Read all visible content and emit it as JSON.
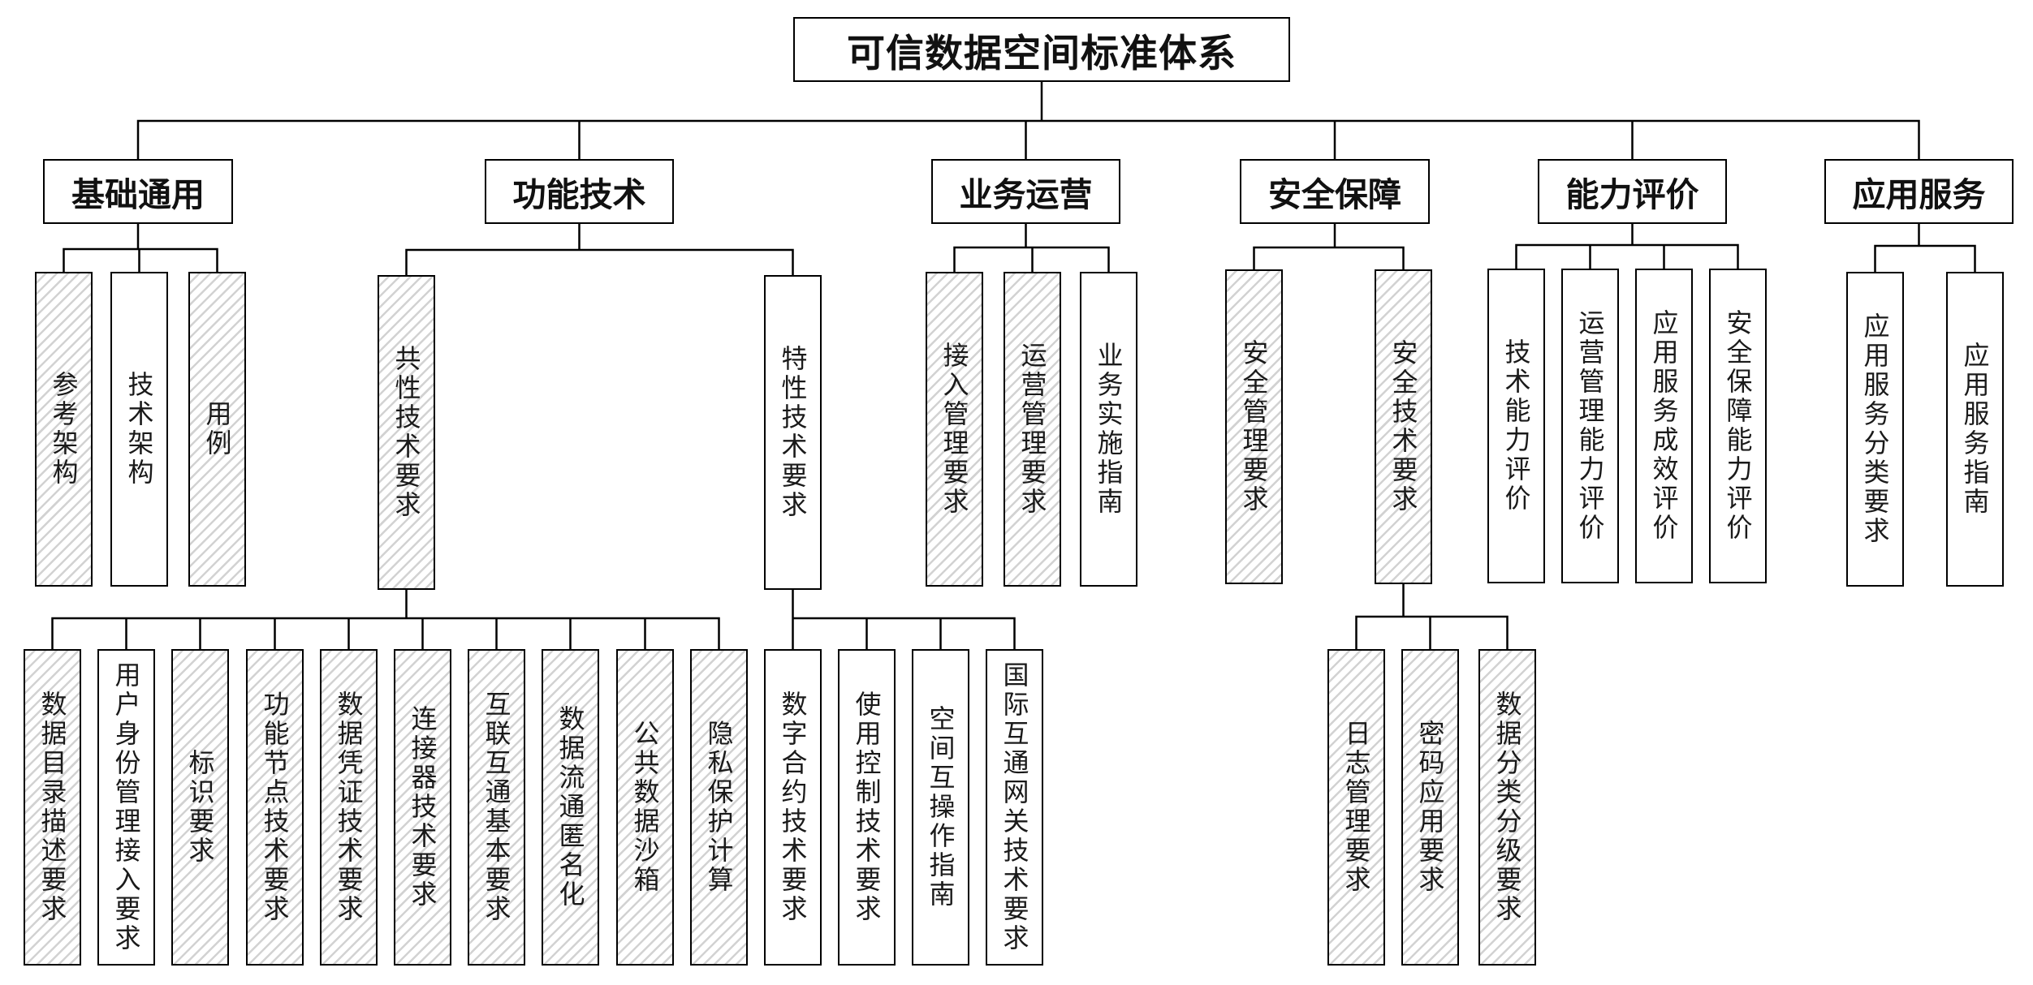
{
  "title": "可信数据空间标准体系",
  "styles": {
    "line_color": "#000000",
    "hatch_color": "#d2d2d2",
    "box_fill": "#ffffff"
  },
  "categories": [
    {
      "label": "基础通用",
      "children": [
        {
          "label": "参考架构",
          "hatched": true
        },
        {
          "label": "技术架构",
          "hatched": false
        },
        {
          "label": "用例",
          "hatched": true
        }
      ]
    },
    {
      "label": "功能技术",
      "children": [
        {
          "label": "共性技术要求",
          "hatched": true,
          "children": [
            {
              "label": "数据目录描述要求",
              "hatched": true
            },
            {
              "label": "用户身份管理接入要求",
              "hatched": false
            },
            {
              "label": "标识要求",
              "hatched": true
            },
            {
              "label": "功能节点技术要求",
              "hatched": true
            },
            {
              "label": "数据凭证技术要求",
              "hatched": true
            },
            {
              "label": "连接器技术要求",
              "hatched": true
            },
            {
              "label": "互联互通基本要求",
              "hatched": true
            },
            {
              "label": "数据流通匿名化",
              "hatched": true
            },
            {
              "label": "公共数据沙箱",
              "hatched": true
            },
            {
              "label": "隐私保护计算",
              "hatched": true
            }
          ]
        },
        {
          "label": "特性技术要求",
          "hatched": false,
          "children": [
            {
              "label": "数字合约技术要求",
              "hatched": false
            },
            {
              "label": "使用控制技术要求",
              "hatched": false
            },
            {
              "label": "空间互操作指南",
              "hatched": false
            },
            {
              "label": "国际互通网关技术要求",
              "hatched": false
            }
          ]
        }
      ]
    },
    {
      "label": "业务运营",
      "children": [
        {
          "label": "接入管理要求",
          "hatched": true
        },
        {
          "label": "运营管理要求",
          "hatched": true
        },
        {
          "label": "业务实施指南",
          "hatched": false
        }
      ]
    },
    {
      "label": "安全保障",
      "children": [
        {
          "label": "安全管理要求",
          "hatched": true
        },
        {
          "label": "安全技术要求",
          "hatched": true,
          "children": [
            {
              "label": "日志管理要求",
              "hatched": true
            },
            {
              "label": "密码应用要求",
              "hatched": true
            },
            {
              "label": "数据分类分级要求",
              "hatched": true
            }
          ]
        }
      ]
    },
    {
      "label": "能力评价",
      "children": [
        {
          "label": "技术能力评价",
          "hatched": false
        },
        {
          "label": "运营管理能力评价",
          "hatched": false
        },
        {
          "label": "应用服务成效评价",
          "hatched": false
        },
        {
          "label": "安全保障能力评价",
          "hatched": false
        }
      ]
    },
    {
      "label": "应用服务",
      "children": [
        {
          "label": "应用服务分类要求",
          "hatched": false
        },
        {
          "label": "应用服务指南",
          "hatched": false
        }
      ]
    }
  ]
}
